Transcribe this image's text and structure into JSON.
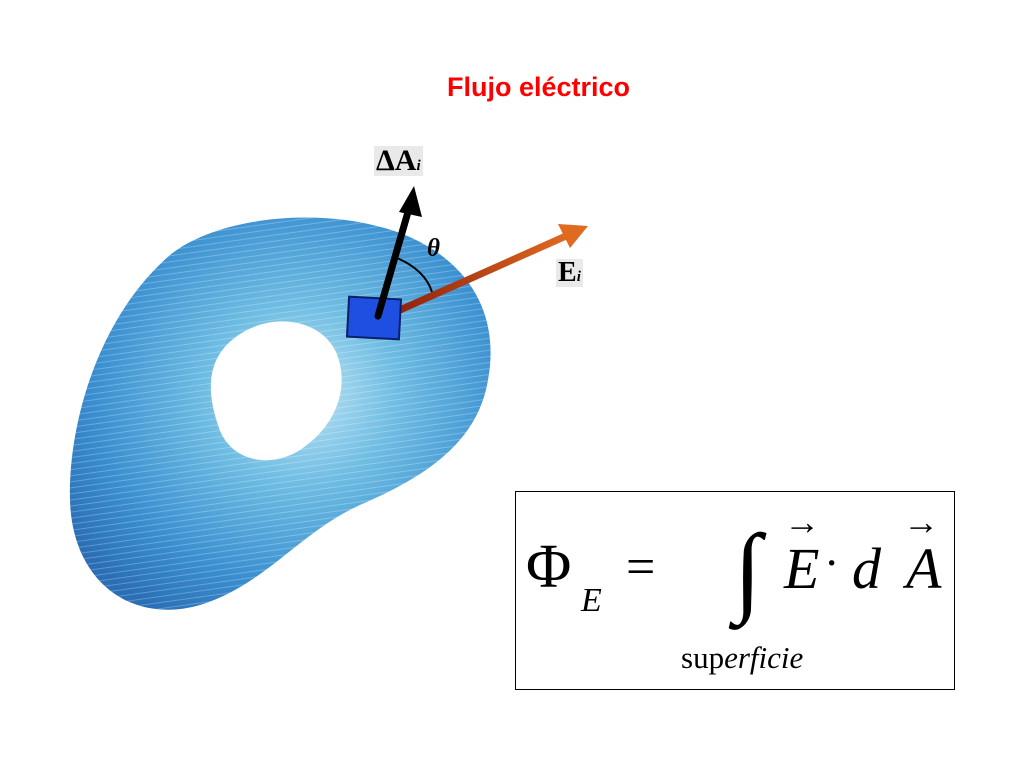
{
  "slide": {
    "title": "Flujo eléctrico"
  },
  "figure": {
    "surface_color": "#3a8fd0",
    "patch_color": "#1f4fe0",
    "normal_label": "ΔA",
    "normal_subscript": "i",
    "field_label": "E",
    "field_subscript": "i",
    "angle_label": "θ",
    "field_arrow_color": "#c03010",
    "normal_arrow_color": "#000000"
  },
  "formula": {
    "lhs_symbol": "Φ",
    "lhs_subscript": "E",
    "equals": "=",
    "integral": "∫",
    "vector_E": "E",
    "dot": "·",
    "differential": "d",
    "vector_A": "A",
    "vector_arrow": "→",
    "limit_upright": "sup",
    "limit_italic": "erficie"
  }
}
